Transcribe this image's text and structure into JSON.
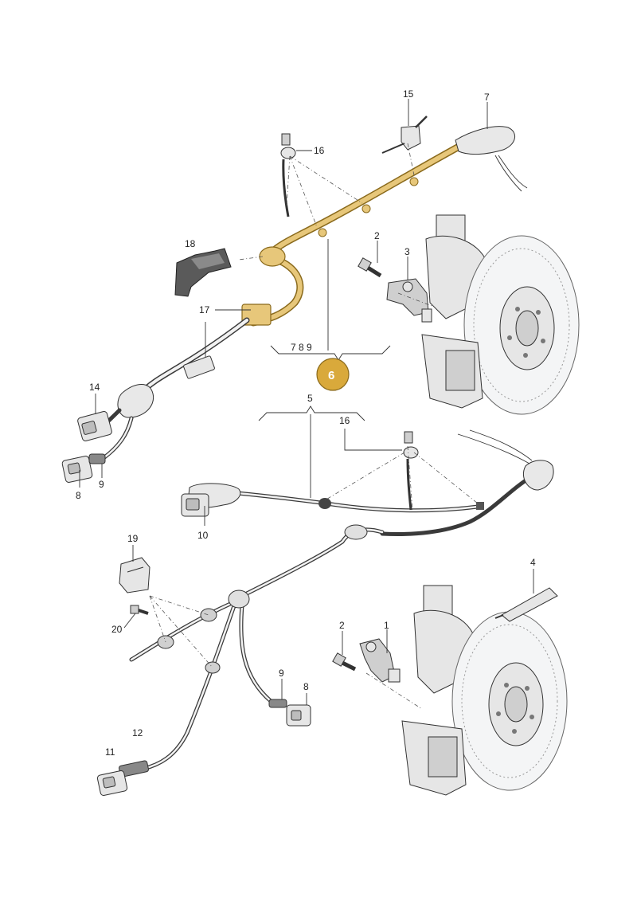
{
  "labels": {
    "l15": "15",
    "l7a": "7",
    "l16a": "16",
    "l18": "18",
    "l2a": "2",
    "l3": "3",
    "l17": "17",
    "l789": "7 8 9",
    "l6": "6",
    "l14": "14",
    "l8a": "8",
    "l9a": "9",
    "l5": "5",
    "l16b": "16",
    "l10": "10",
    "l19": "19",
    "l4": "4",
    "l20": "20",
    "l2b": "2",
    "l1": "1",
    "l9b": "9",
    "l8b": "8",
    "l12": "12",
    "l11": "11"
  },
  "colors": {
    "highlight": "#e7c77a",
    "highlight_outline": "#8a6a1c",
    "badge_fill": "#d9a93b",
    "line": "#333333"
  }
}
